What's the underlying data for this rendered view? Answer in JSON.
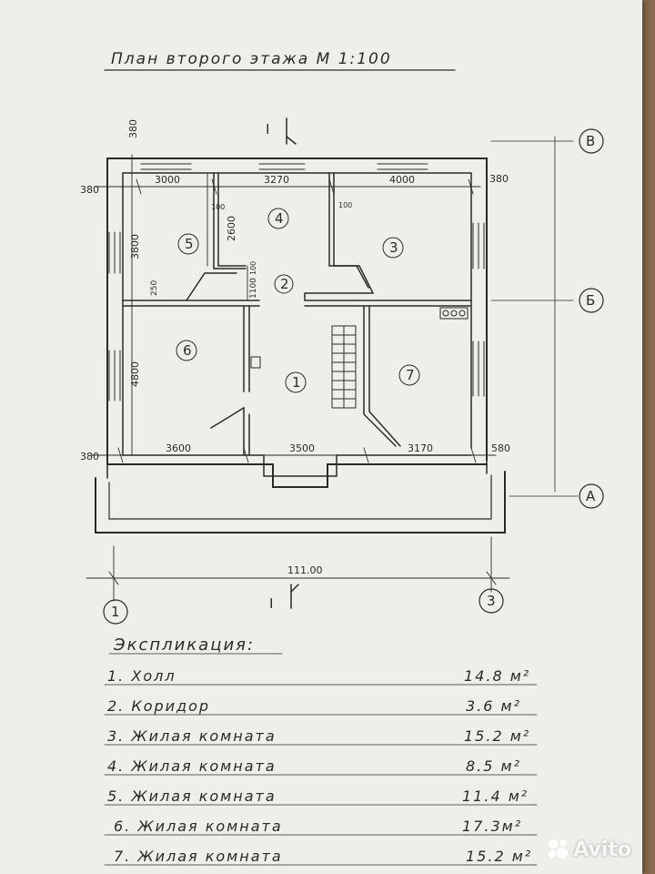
{
  "title": "План второго этажа   М 1:100",
  "dimensions": {
    "top_wall": "380",
    "left_wall_top": "380",
    "right_wall": "380",
    "width_1": "3000",
    "width_2": "3270",
    "width_3": "4000",
    "partition_a": "100",
    "partition_b": "100",
    "depth_room4": "2600",
    "depth_room5": "3800",
    "corridor_gap": "250",
    "corridor_100": "100",
    "corridor_1100": "1100",
    "depth_room6": "4800",
    "bottom_left_wall": "380",
    "width_4": "3600",
    "width_5": "3500",
    "width_6": "3170",
    "bottom_right": "580",
    "overall": "111.00"
  },
  "section_mark": "I",
  "axes": {
    "a": "А",
    "b": "Б",
    "v": "В",
    "one": "1",
    "three": "3"
  },
  "rooms": [
    "1",
    "2",
    "3",
    "4",
    "5",
    "6",
    "7"
  ],
  "explication": {
    "title": "Экспликация:",
    "rows": [
      {
        "name": "1. Холл",
        "area": "14.8 м²"
      },
      {
        "name": "2. Коридор",
        "area": "3.6 м²"
      },
      {
        "name": "3. Жилая комната",
        "area": "15.2 м²"
      },
      {
        "name": "4. Жилая комната",
        "area": "8.5 м²"
      },
      {
        "name": "5. Жилая комната",
        "area": "11.4 м²"
      },
      {
        "name": "6. Жилая комната",
        "area": "17.3м²"
      },
      {
        "name": "7. Жилая комната",
        "area": "15.2 м²"
      }
    ]
  },
  "watermark": "Avito",
  "colors": {
    "paper": "#efefea",
    "ink": "#2a2a2a",
    "table": "#8a6a4e"
  }
}
